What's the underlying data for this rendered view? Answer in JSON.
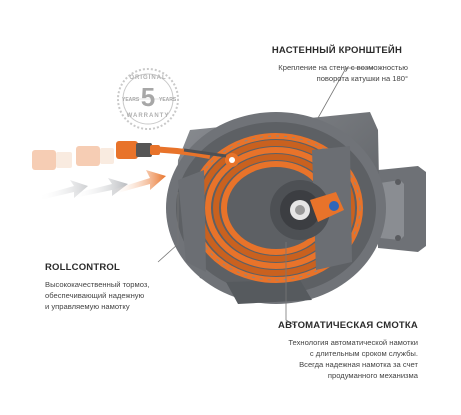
{
  "warranty": {
    "arc_top": "ORIGINAL",
    "number": "5",
    "left": "YEARS",
    "right": "YEARS",
    "arc_bottom": "WARRANTY"
  },
  "features": {
    "bracket": {
      "title": "НАСТЕННЫЙ КРОНШТЕЙН",
      "lines": [
        "Крепление на стену с возможностью",
        "поворота катушки на 180°"
      ]
    },
    "rollcontrol": {
      "title": "ROLLCONTROL",
      "lines": [
        "Высококачественный тормоз,",
        "обеспечивающий надежную",
        "и управляемую намотку"
      ]
    },
    "auto": {
      "title": "АВТОМАТИЧЕСКАЯ СМОТКА",
      "lines": [
        "Технология автоматической намотки",
        "с длительным сроком службы.",
        "Всегда надежная намотка за счет",
        "продуманного механизма"
      ]
    }
  },
  "colors": {
    "accent": "#e8732a",
    "body": "#6b6e73",
    "dark": "#4a4c50",
    "light": "#8d9095"
  }
}
